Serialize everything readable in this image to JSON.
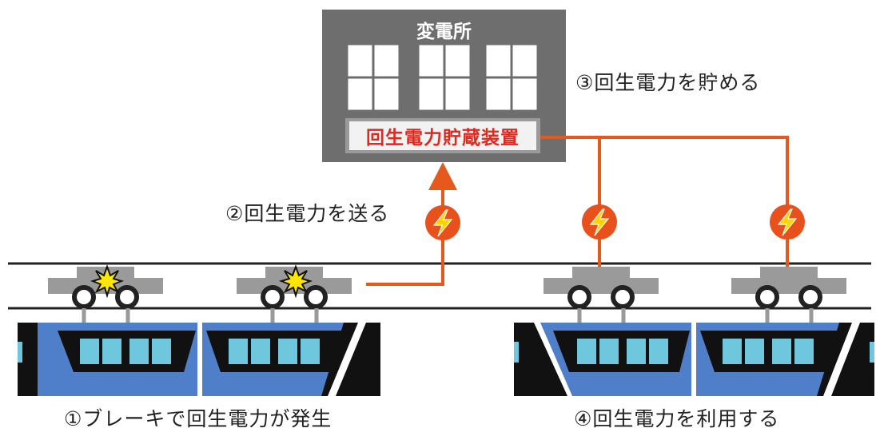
{
  "substation": {
    "title": "変電所",
    "storage_device": "回生電力貯蔵装置"
  },
  "steps": {
    "step1": "①ブレーキで回生電力が発生",
    "step2": "②回生電力を送る",
    "step3": "③回生電力を貯める",
    "step4": "④回生電力を利用する"
  },
  "colors": {
    "building": "#6e6e6e",
    "arrow": "#e55a1c",
    "train_body": "#4f7fc9",
    "window": "#6ec7dd",
    "bolt_circle": "#e8501c",
    "bolt": "#ffd400"
  }
}
